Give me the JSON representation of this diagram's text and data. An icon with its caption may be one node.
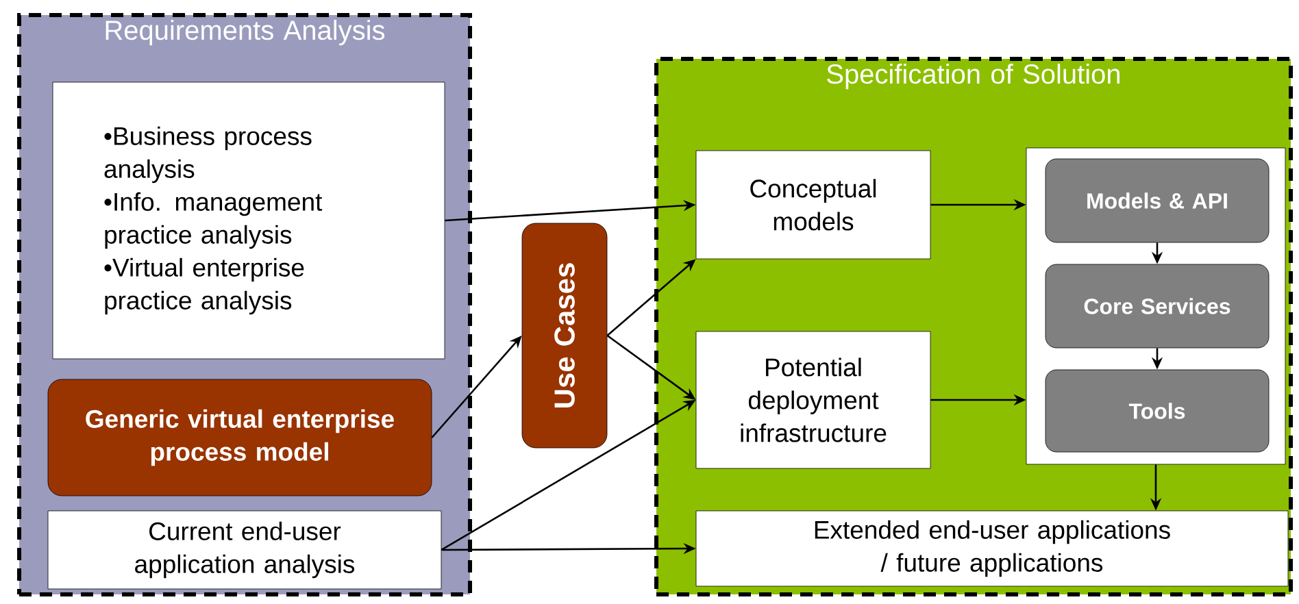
{
  "diagram": {
    "nodes": [
      {
        "text": [
          "Requirements Analysis"
        ]
      },
      {
        "text": [
          "•Business process analysis",
          "•Info. management practice analysis",
          "•Virtual enterprise practice analysis"
        ],
        "in": 0
      },
      {
        "text": [
          "Generic virtual enterprise process model"
        ],
        "in": 0
      },
      {
        "text": [
          "Current end-user application analysis"
        ],
        "in": 0
      },
      {
        "text": [
          "Use Cases"
        ]
      },
      {
        "text": [
          "Specification of Solution"
        ]
      },
      {
        "text": [
          "Conceptual models"
        ],
        "in": 5
      },
      {
        "text": [
          "Potential deployment infrastructure"
        ],
        "in": 5
      },
      {
        "text": [],
        "shape": "box",
        "in": 5
      },
      {
        "text": [
          "Models & API"
        ],
        "in": 8
      },
      {
        "text": [
          "Core Services"
        ],
        "in": 8
      },
      {
        "text": [
          "Tools"
        ],
        "in": 8
      },
      {
        "text": [
          "Extended end-user applications / future applications"
        ],
        "in": 5
      }
    ],
    "edges": [
      {
        "from": 1,
        "to": 6,
        "arrow": "to"
      },
      {
        "from": 2,
        "to": 4,
        "arrow": "to"
      },
      {
        "from": 4,
        "to": 6,
        "arrow": "to"
      },
      {
        "from": 4,
        "to": 7,
        "arrow": "to"
      },
      {
        "from": 3,
        "to": 7,
        "arrow": "to"
      },
      {
        "from": 3,
        "to": 12,
        "arrow": "to"
      },
      {
        "from": 6,
        "to": 8,
        "arrow": "to"
      },
      {
        "from": 7,
        "to": 8,
        "arrow": "to"
      },
      {
        "from": 9,
        "to": 10,
        "arrow": "to"
      },
      {
        "from": 10,
        "to": 11,
        "arrow": "to"
      },
      {
        "from": 8,
        "to": 12,
        "arrow": "to"
      }
    ]
  }
}
